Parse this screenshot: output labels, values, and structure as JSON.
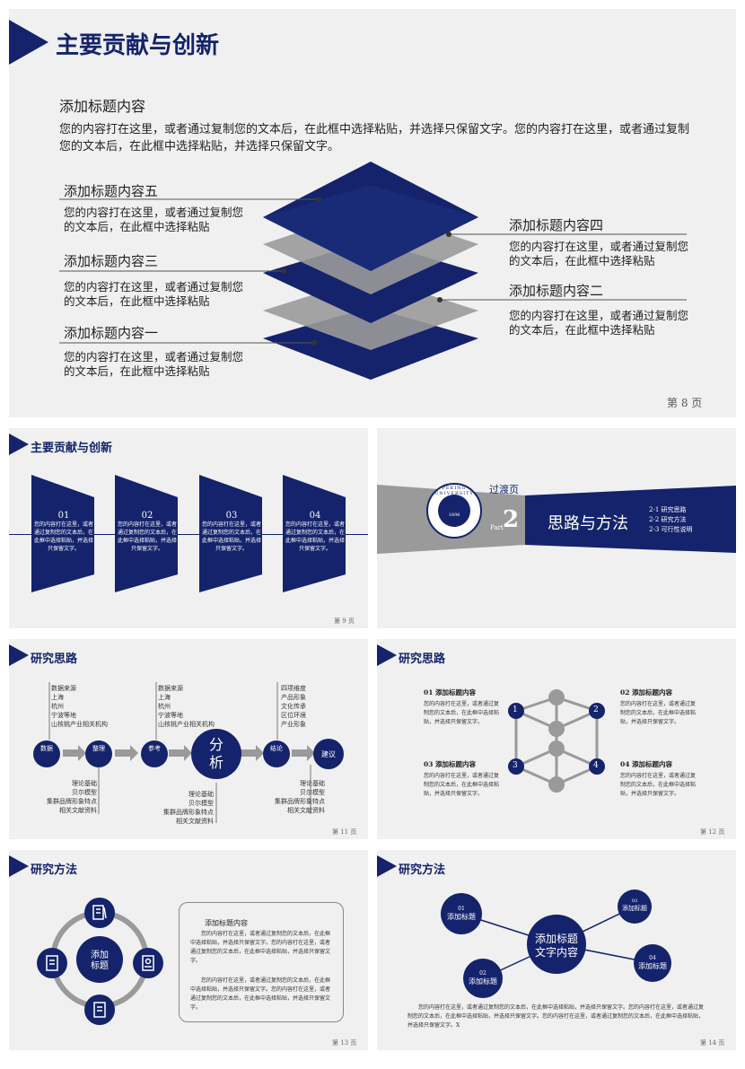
{
  "colors": {
    "navy": "#14236b",
    "gray": "#9a9a9a",
    "bg": "#f0f0f0"
  },
  "s8": {
    "title": "主要贡献与创新",
    "heading": "添加标题内容",
    "intro": "您的内容打在这里，或者通过复制您的文本后，在此框中选择粘贴，并选择只保留文字。您的内容打在这里，或者通过复制您的文本后，在此框中选择粘贴，并选择只保留文字。",
    "items": [
      {
        "title": "添加标题内容五",
        "text": "您的内容打在这里，或者通过复制您的文本后，在此框中选择粘贴"
      },
      {
        "title": "添加标题内容三",
        "text": "您的内容打在这里，或者通过复制您的文本后，在此框中选择粘贴"
      },
      {
        "title": "添加标题内容一",
        "text": "您的内容打在这里，或者通过复制您的文本后，在此框中选择粘贴"
      },
      {
        "title": "添加标题内容四",
        "text": "您的内容打在这里，或者通过复制您的文本后，在此框中选择粘贴"
      },
      {
        "title": "添加标题内容二",
        "text": "您的内容打在这里，或者通过复制您的文本后，在此框中选择粘贴"
      }
    ],
    "page": "第 8 页"
  },
  "s9": {
    "title": "主要贡献与创新",
    "cards": [
      {
        "num": "01",
        "text": "您的内容打在这里，或者通过复制您的文本后，在此框中选择粘贴，并选择只保留文字。"
      },
      {
        "num": "02",
        "text": "您的内容打在这里，或者通过复制您的文本后，在此框中选择粘贴，并选择只保留文字。"
      },
      {
        "num": "03",
        "text": "您的内容打在这里，或者通过复制您的文本后，在此框中选择粘贴，并选择只保留文字。"
      },
      {
        "num": "04",
        "text": "您的内容打在这里，或者通过复制您的文本后，在此框中选择粘贴，并选择只保留文字。"
      }
    ],
    "page": "第 9 页"
  },
  "s10": {
    "label": "过渡页",
    "part": "Part",
    "num": "2",
    "title": "思路与方法",
    "seal_text": "PEKING UNIVERSITY",
    "seal_year": "1898",
    "items": [
      "2-1 研究思路",
      "2-2 研究方法",
      "2-3 可行性说明"
    ]
  },
  "s11": {
    "title": "研究思路",
    "top1": [
      "数据来源",
      "上海",
      "杭州",
      "宁波等地",
      "山核桃产业相关机构"
    ],
    "top2": [
      "数据来源",
      "上海",
      "杭州",
      "宁波等地",
      "山核桃产业相关机构"
    ],
    "top3": [
      "四项维度",
      "产品形象",
      "文化传承",
      "区位环境",
      "产业形象"
    ],
    "nodes": [
      "数据",
      "整理",
      "参考",
      "分析",
      "结论",
      "建议"
    ],
    "bot1": [
      "理论基础",
      "贝尔模型",
      "集群品牌形象特点",
      "相关文献资料"
    ],
    "bot2": [
      "理论基础",
      "贝尔模型",
      "集群品牌形象特点",
      "相关文献资料"
    ],
    "bot3": [
      "理论基础",
      "贝尔模型",
      "集群品牌形象特点",
      "相关文献资料"
    ],
    "page": "第 11 页"
  },
  "s12": {
    "title": "研究思路",
    "items": [
      {
        "title": "01  添加标题内容",
        "text": "您的内容打在这里，或者通过复制您的文本后，在此框中选择粘贴，并选择只保留文字。"
      },
      {
        "title": "02  添加标题内容",
        "text": "您的内容打在这里，或者通过复制您的文本后，在此框中选择粘贴，并选择只保留文字。"
      },
      {
        "title": "03  添加标题内容",
        "text": "您的内容打在这里，或者通过复制您的文本后，在此框中选择粘贴，并选择只保留文字。"
      },
      {
        "title": "04  添加标题内容",
        "text": "您的内容打在这里，或者通过复制您的文本后，在此框中选择粘贴，并选择只保留文字。"
      }
    ],
    "nums": [
      "1",
      "2",
      "3",
      "4"
    ],
    "page": "第 12 页"
  },
  "s13": {
    "title": "研究方法",
    "center": "添加标题",
    "box_title": "添加标题内容",
    "box_p1": "您的内容打在这里，或者通过复制您的文本后，在此框中选择粘贴，并选择只保留文字。您的内容打在这里，或者通过复制您的文本后，在此框中选择粘贴，并选择只保留文字。",
    "box_p2": "您的内容打在这里，或者通过复制您的文本后，在此框中选择粘贴，并选择只保留文字。您的内容打在这里，或者通过复制您的文本后，在此框中选择粘贴，并选择只保留文字。",
    "page": "第 13 页"
  },
  "s14": {
    "title": "研究方法",
    "center": "添加标题文字内容",
    "nodes": [
      {
        "num": "01",
        "label": "添加标题"
      },
      {
        "num": "02",
        "label": "添加标题"
      },
      {
        "num": "03",
        "label": "添加标题"
      },
      {
        "num": "04",
        "label": "添加标题"
      }
    ],
    "body": "您的内容打在这里，或者通过复制您的文本后，在此框中选择粘贴，并选择只保留文字。您的内容打在这里，或者通过复制您的文本后，在此框中选择粘贴，并选择只保留文字。您的内容打在这里，或者通过复制您的文本后，在此框中选择粘贴，并选择只保留文字。X",
    "page": "第 14 页"
  }
}
